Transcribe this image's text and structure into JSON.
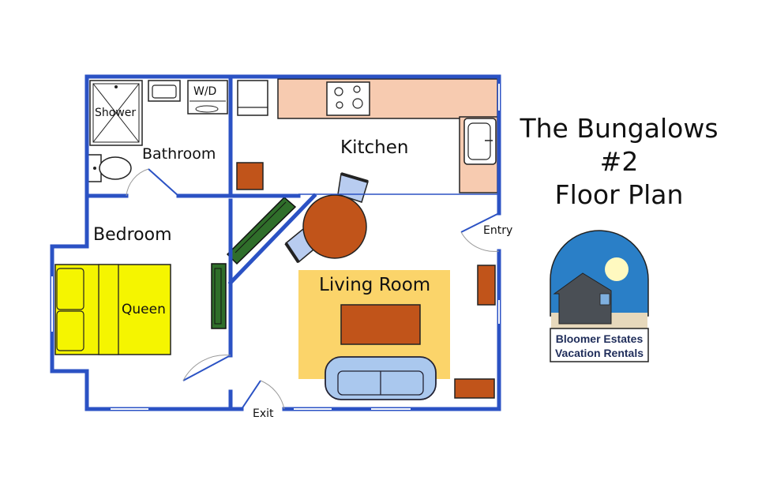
{
  "title": {
    "line1": "The Bungalows",
    "line2": "#2",
    "line3": "Floor Plan"
  },
  "rooms": {
    "shower": "Shower",
    "washer_dryer": "W/D",
    "bathroom": "Bathroom",
    "kitchen": "Kitchen",
    "bedroom": "Bedroom",
    "bed": "Queen",
    "living_room": "Living Room"
  },
  "doors": {
    "entry": "Entry",
    "exit": "Exit"
  },
  "logo": {
    "line1": "Bloomer Estates",
    "line2": "Vacation Rentals"
  },
  "colors": {
    "wall": "#2b52c4",
    "counter": "#f7cbb0",
    "wood": "#c1541a",
    "bed": "#f5f500",
    "rug": "#fbd46a",
    "sofa": "#aac8ee",
    "chair": "#b8ccf0",
    "tv": "#2f6e2a",
    "logo_sky": "#2a7fc7",
    "logo_ground": "#e7d9bc",
    "logo_sun": "#fff9c0"
  }
}
